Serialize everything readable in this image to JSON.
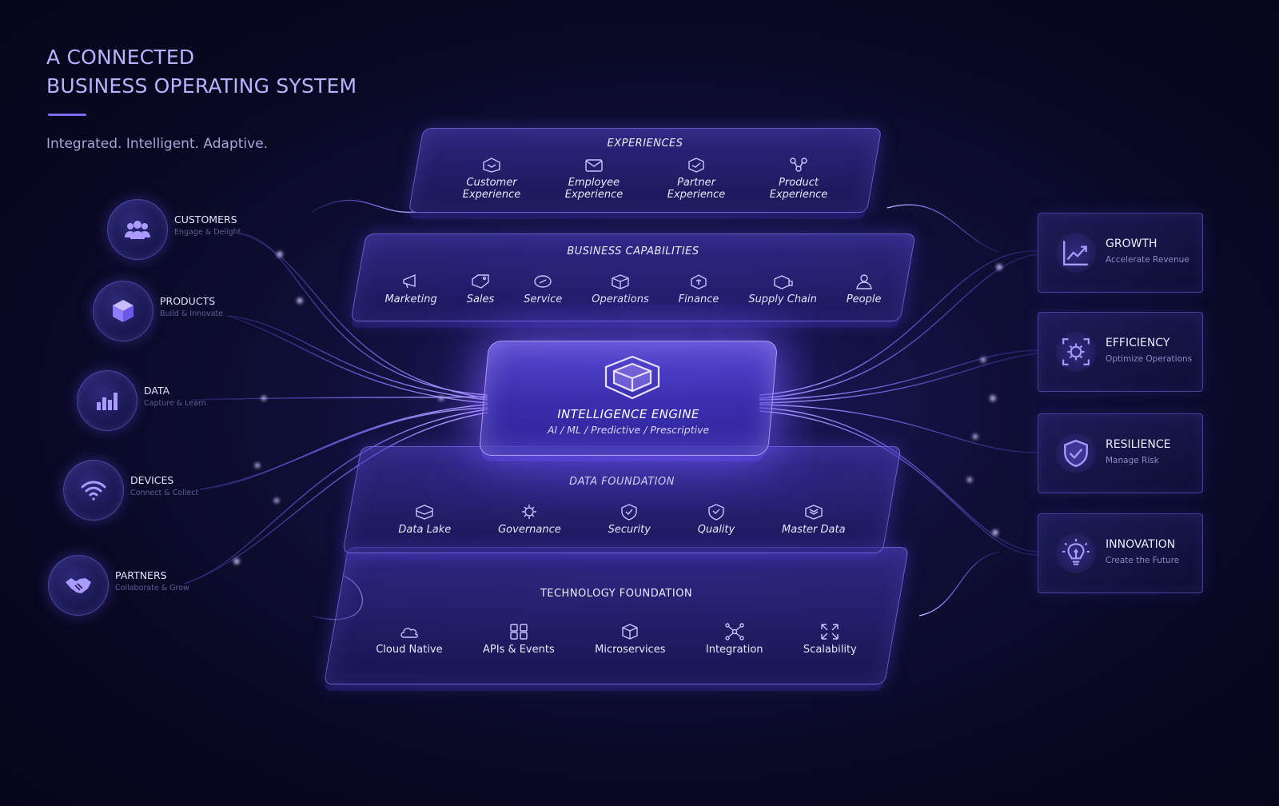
{
  "title": {
    "line1": "A CONNECTED",
    "line2": "BUSINESS OPERATING SYSTEM"
  },
  "subtitle": "Integrated. Intelligent. Adaptive.",
  "inputs": [
    {
      "label": "CUSTOMERS",
      "sub": "Engage & Delight",
      "icon": "people-icon"
    },
    {
      "label": "PRODUCTS",
      "sub": "Build & Innovate",
      "icon": "cube-icon"
    },
    {
      "label": "DATA",
      "sub": "Capture & Learn",
      "icon": "bar-chart-icon"
    },
    {
      "label": "DEVICES",
      "sub": "Connect & Collect",
      "icon": "wifi-icon"
    },
    {
      "label": "PARTNERS",
      "sub": "Collaborate & Grow",
      "icon": "handshake-icon"
    }
  ],
  "outcomes": [
    {
      "label": "GROWTH",
      "sub": "Accelerate Revenue",
      "icon": "trend-up-icon"
    },
    {
      "label": "EFFICIENCY",
      "sub": "Optimize Operations",
      "icon": "gear-frame-icon"
    },
    {
      "label": "RESILIENCE",
      "sub": "Manage Risk",
      "icon": "shield-check-icon"
    },
    {
      "label": "INNOVATION",
      "sub": "Create the Future",
      "icon": "lightbulb-icon"
    }
  ],
  "layers": {
    "experiences": {
      "title": "EXPERIENCES",
      "items": [
        "Customer\nExperience",
        "Employee\nExperience",
        "Partner\nExperience",
        "Product\nExperience"
      ]
    },
    "business": {
      "title": "BUSINESS CAPABILITIES",
      "items": [
        "Marketing",
        "Sales",
        "Service",
        "Operations",
        "Finance",
        "Supply Chain",
        "People"
      ]
    },
    "engine": {
      "title": "INTELLIGENCE ENGINE",
      "sub": "AI / ML / Predictive / Prescriptive"
    },
    "data": {
      "title": "DATA FOUNDATION",
      "items": [
        "Data Lake",
        "Governance",
        "Security",
        "Quality",
        "Master Data"
      ]
    },
    "tech": {
      "title": "TECHNOLOGY FOUNDATION",
      "items": [
        "Cloud Native",
        "APIs & Events",
        "Microservices",
        "Integration",
        "Scalability"
      ]
    }
  },
  "colors": {
    "accent": "#7e6cff",
    "glow": "#6a4dff",
    "background": "#0b0a2a"
  }
}
